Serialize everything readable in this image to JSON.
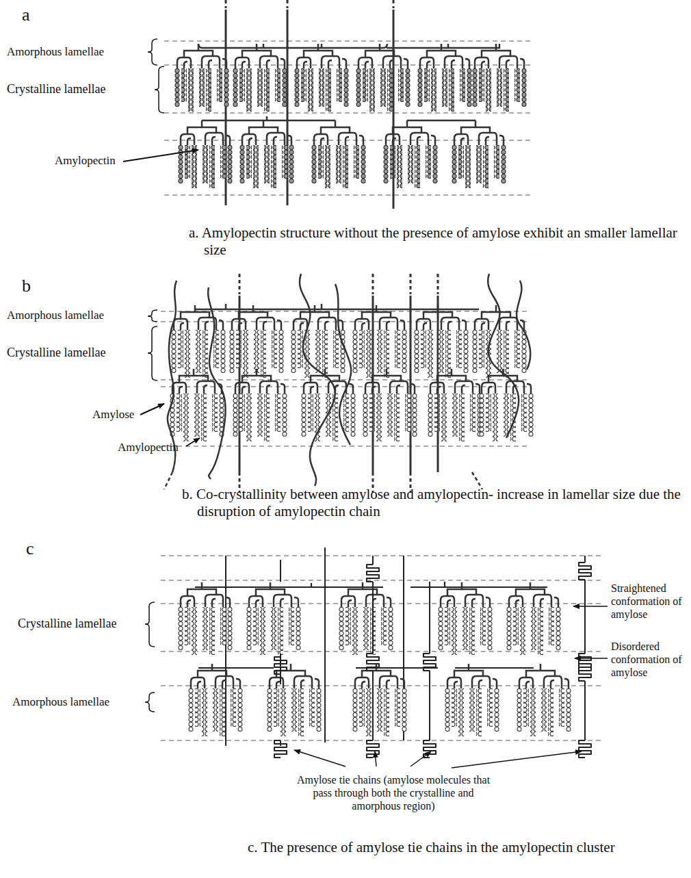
{
  "diagram": {
    "labels": [
      "a",
      "Amorphous lamellae",
      "Crystalline lamellae",
      "Amylopectin",
      "a. Amylopectin structure without the presence of amylose exhibit an smaller lamellar size",
      "b",
      "Amorphous lamellae",
      "Crystalline lamellae",
      "Amylose",
      "Amylopectin",
      "b. Co-crystallinity between amylose and amylopectin- increase in lamellar size due the disruption of amylopectin chain",
      "c",
      "Crystalline lamellae",
      "Straightened conformation of amylose",
      "Amorphous lamellae",
      "Disordered conformation of amylose",
      "Amylose tie chains (amylose molecules that pass through both the crystalline and amorphous region)",
      "c. The presence of amylose tie chains in the amylopectin cluster"
    ]
  }
}
